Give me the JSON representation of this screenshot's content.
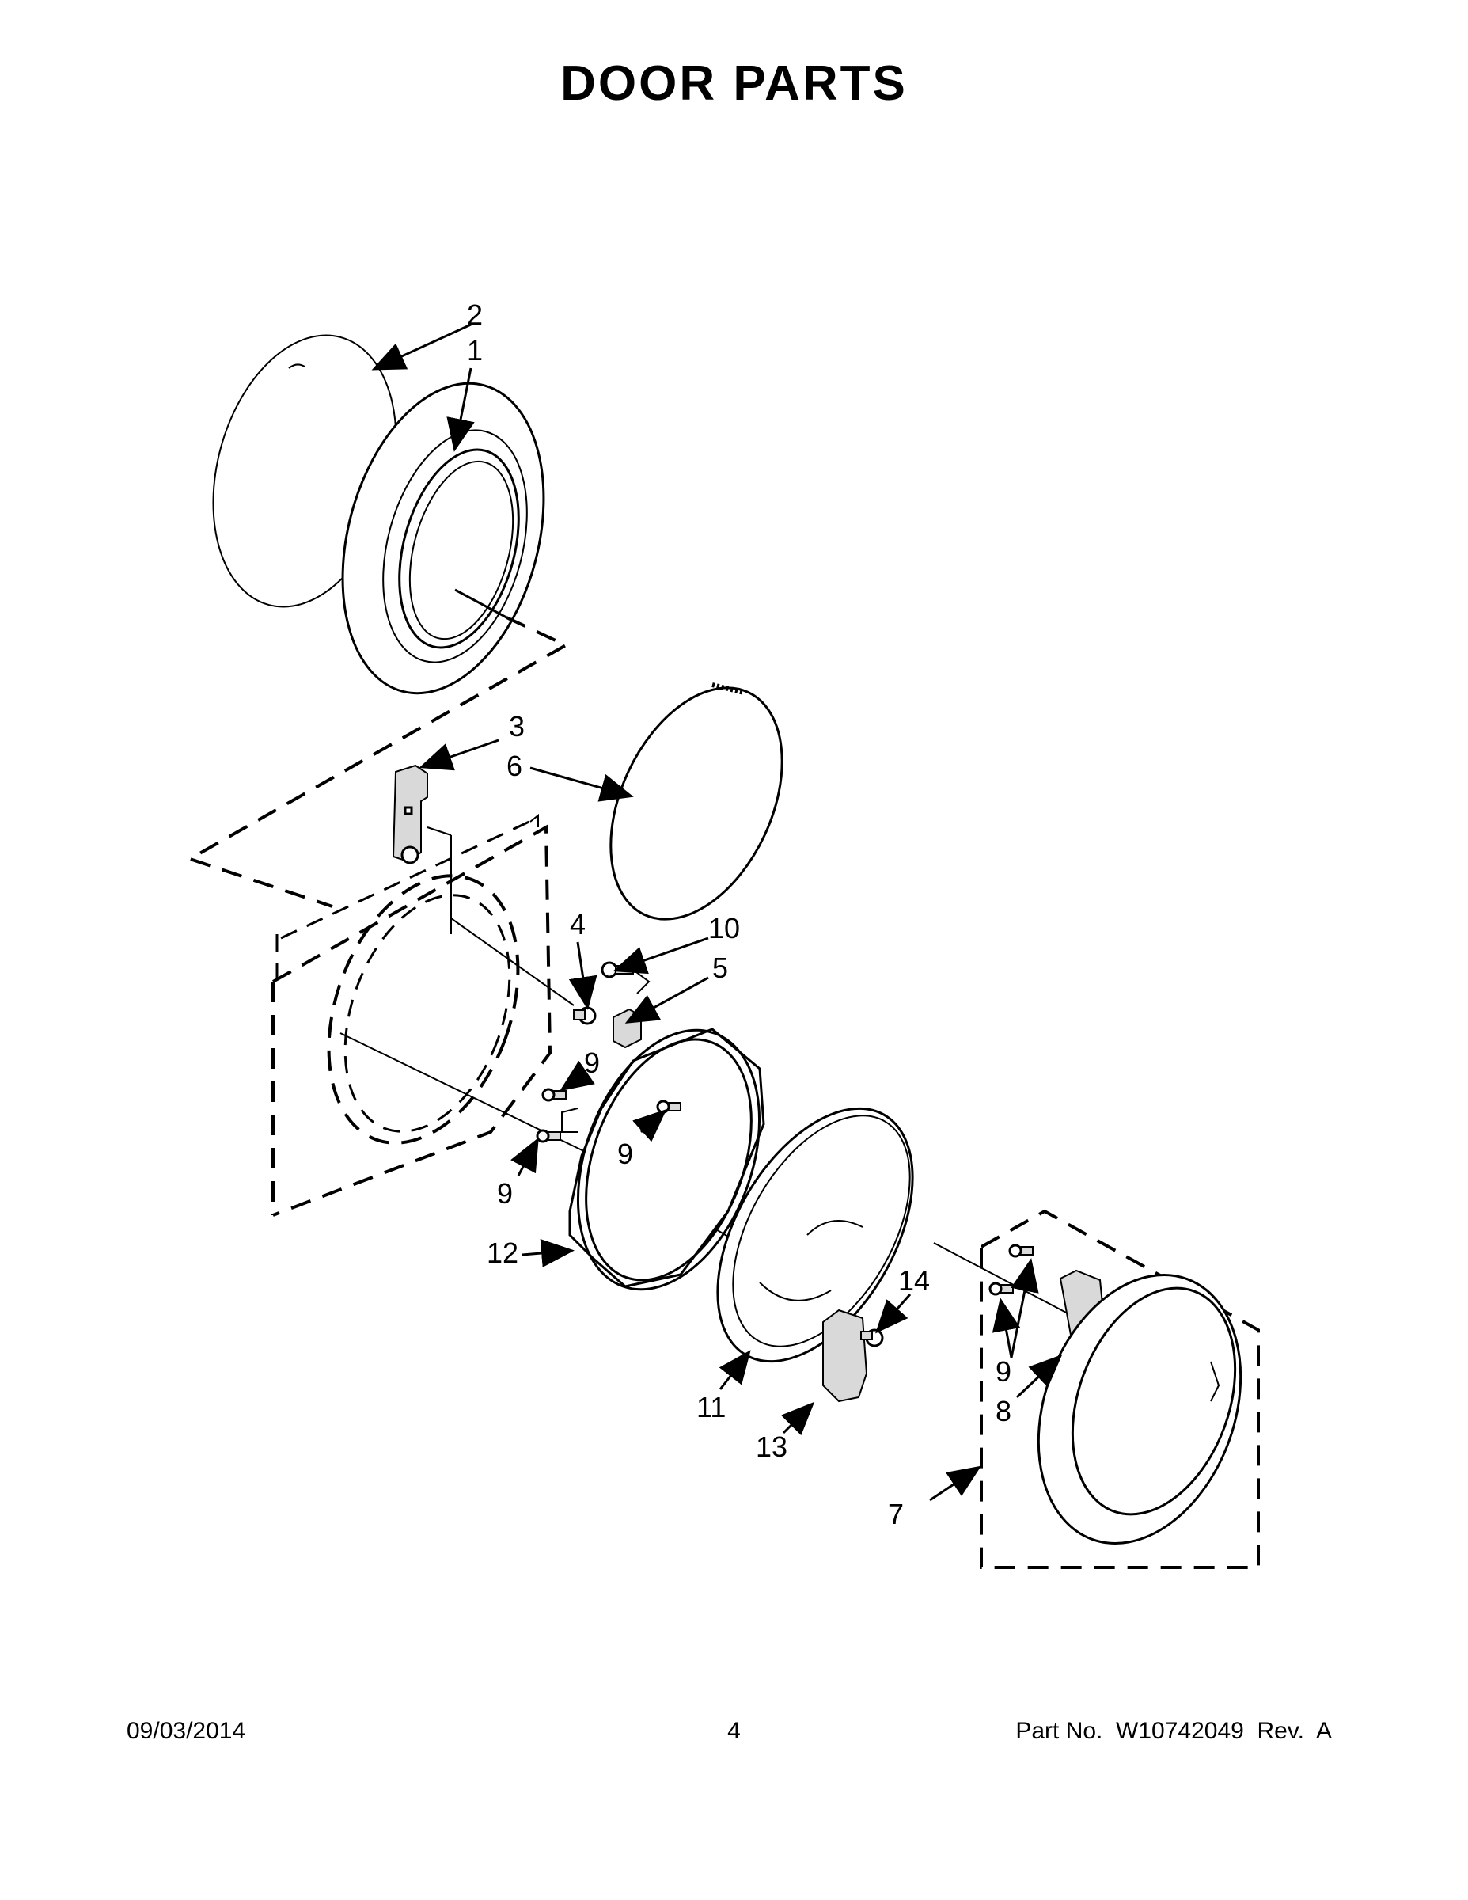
{
  "page": {
    "title": "DOOR PARTS"
  },
  "callouts": [
    {
      "id": "2",
      "label": "2"
    },
    {
      "id": "1",
      "label": "1"
    },
    {
      "id": "3",
      "label": "3"
    },
    {
      "id": "6",
      "label": "6"
    },
    {
      "id": "4",
      "label": "4"
    },
    {
      "id": "10",
      "label": "10"
    },
    {
      "id": "5",
      "label": "5"
    },
    {
      "id": "9a",
      "label": "9"
    },
    {
      "id": "9b",
      "label": "9"
    },
    {
      "id": "9c",
      "label": "9"
    },
    {
      "id": "12",
      "label": "12"
    },
    {
      "id": "14",
      "label": "14"
    },
    {
      "id": "11",
      "label": "11"
    },
    {
      "id": "13",
      "label": "13"
    },
    {
      "id": "9d",
      "label": "9"
    },
    {
      "id": "8",
      "label": "8"
    },
    {
      "id": "7",
      "label": "7"
    }
  ],
  "footer": {
    "date": "09/03/2014",
    "page_number": "4",
    "part_number": "Part No.  W10742049  Rev.  A"
  }
}
